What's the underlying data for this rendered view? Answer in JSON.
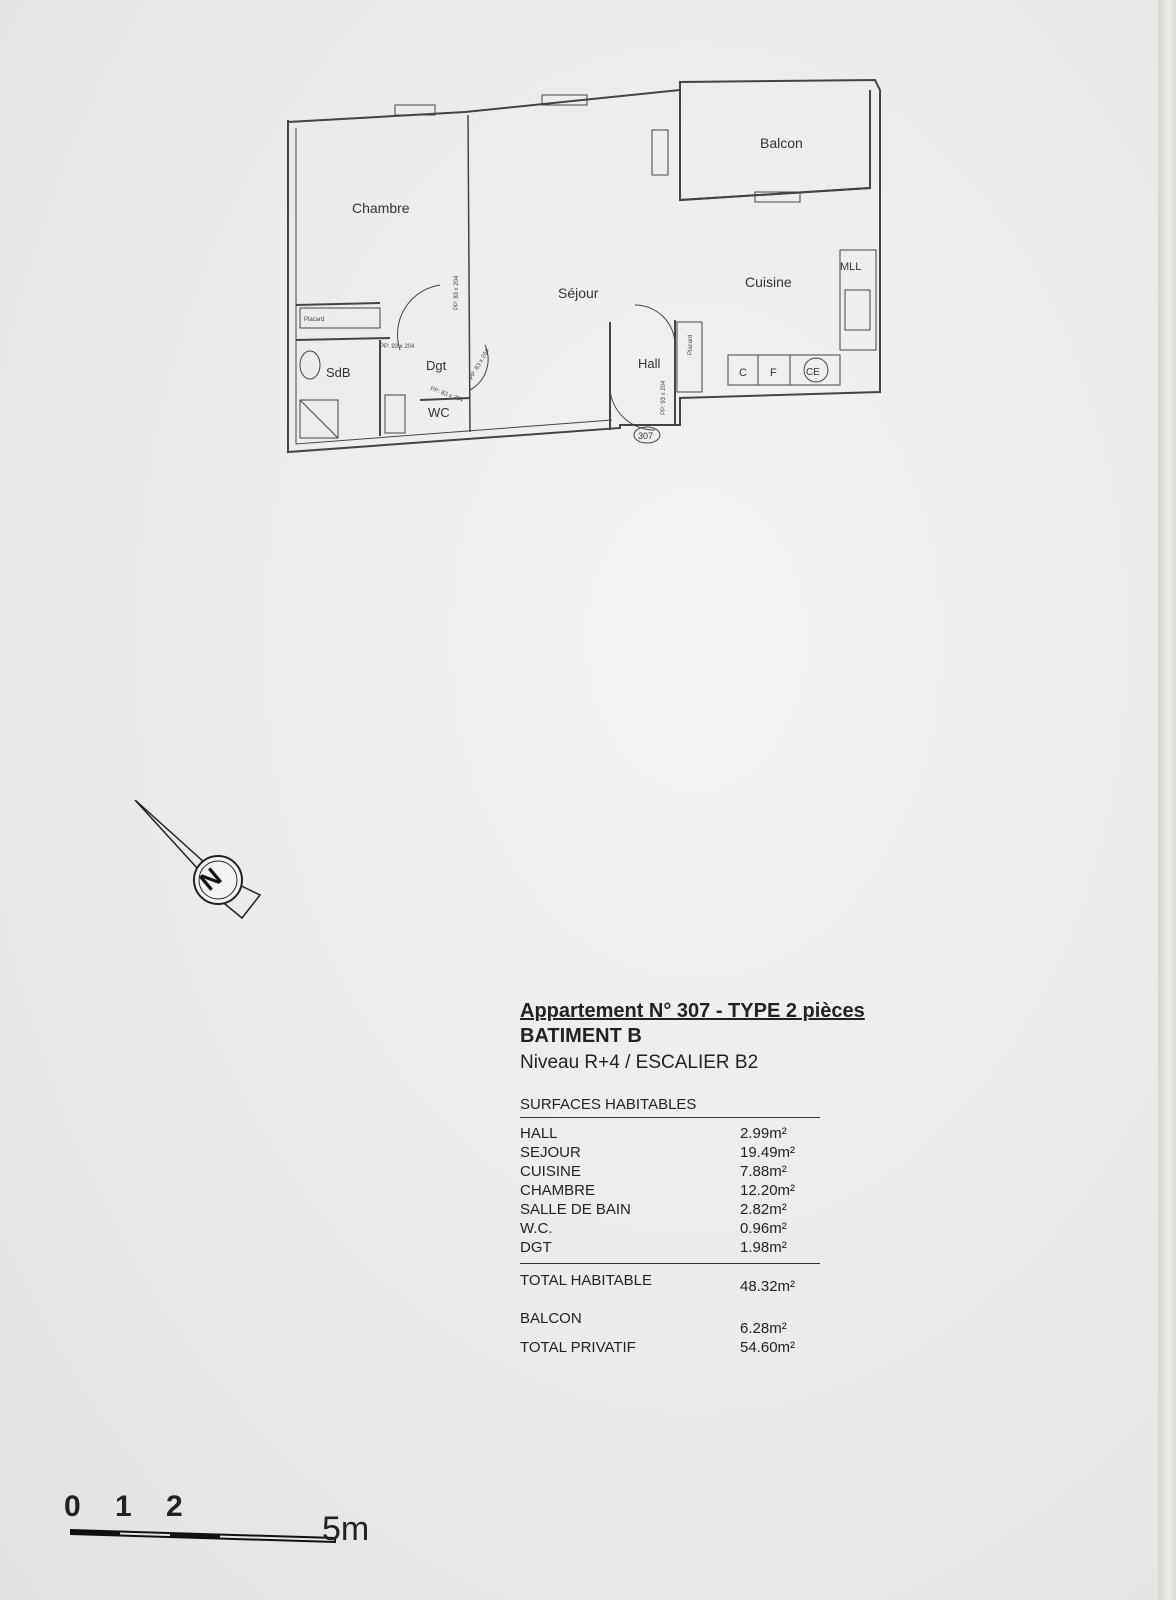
{
  "plan": {
    "rooms": {
      "chambre": "Chambre",
      "sejour": "Séjour",
      "balcon": "Balcon",
      "cuisine": "Cuisine",
      "mll": "MLL",
      "sdb": "SdB",
      "dgt": "Dgt",
      "wc": "WC",
      "hall": "Hall",
      "placard_left": "Placard",
      "placard_hall": "Placard",
      "c": "C",
      "f": "F",
      "ce": "CE",
      "apt_number": "307"
    },
    "door_notes": {
      "pp_1": "PP: 83 x 204",
      "pp_2": "PP: 93 x 204",
      "pp_3": "PP: 83 x 204",
      "pp_4": "PP: 83 x 204",
      "pp_5": "PP: 93 x 204"
    }
  },
  "compass": {
    "label": "N",
    "icon": "north-arrow-icon"
  },
  "info": {
    "title": "Appartement N° 307 - TYPE 2 pièces",
    "building": "BATIMENT B",
    "level": "Niveau R+4 / ESCALIER B2",
    "surfaces_header": "SURFACES HABITABLES",
    "rows": [
      {
        "label": "HALL",
        "value": "2.99m²"
      },
      {
        "label": "SEJOUR",
        "value": "19.49m²"
      },
      {
        "label": "CUISINE",
        "value": "7.88m²"
      },
      {
        "label": "CHAMBRE",
        "value": "12.20m²"
      },
      {
        "label": "SALLE DE BAIN",
        "value": "2.82m²"
      },
      {
        "label": "W.C.",
        "value": "0.96m²"
      },
      {
        "label": "DGT",
        "value": "1.98m²"
      }
    ],
    "total_habitable": {
      "label": "TOTAL HABITABLE",
      "value": "48.32m²"
    },
    "balcon": {
      "label": "BALCON",
      "value": "6.28m²"
    },
    "total_privatif": {
      "label": "TOTAL PRIVATIF",
      "value": "54.60m²"
    }
  },
  "scale": {
    "marks": [
      "0",
      "1",
      "2"
    ],
    "end": "5m"
  }
}
